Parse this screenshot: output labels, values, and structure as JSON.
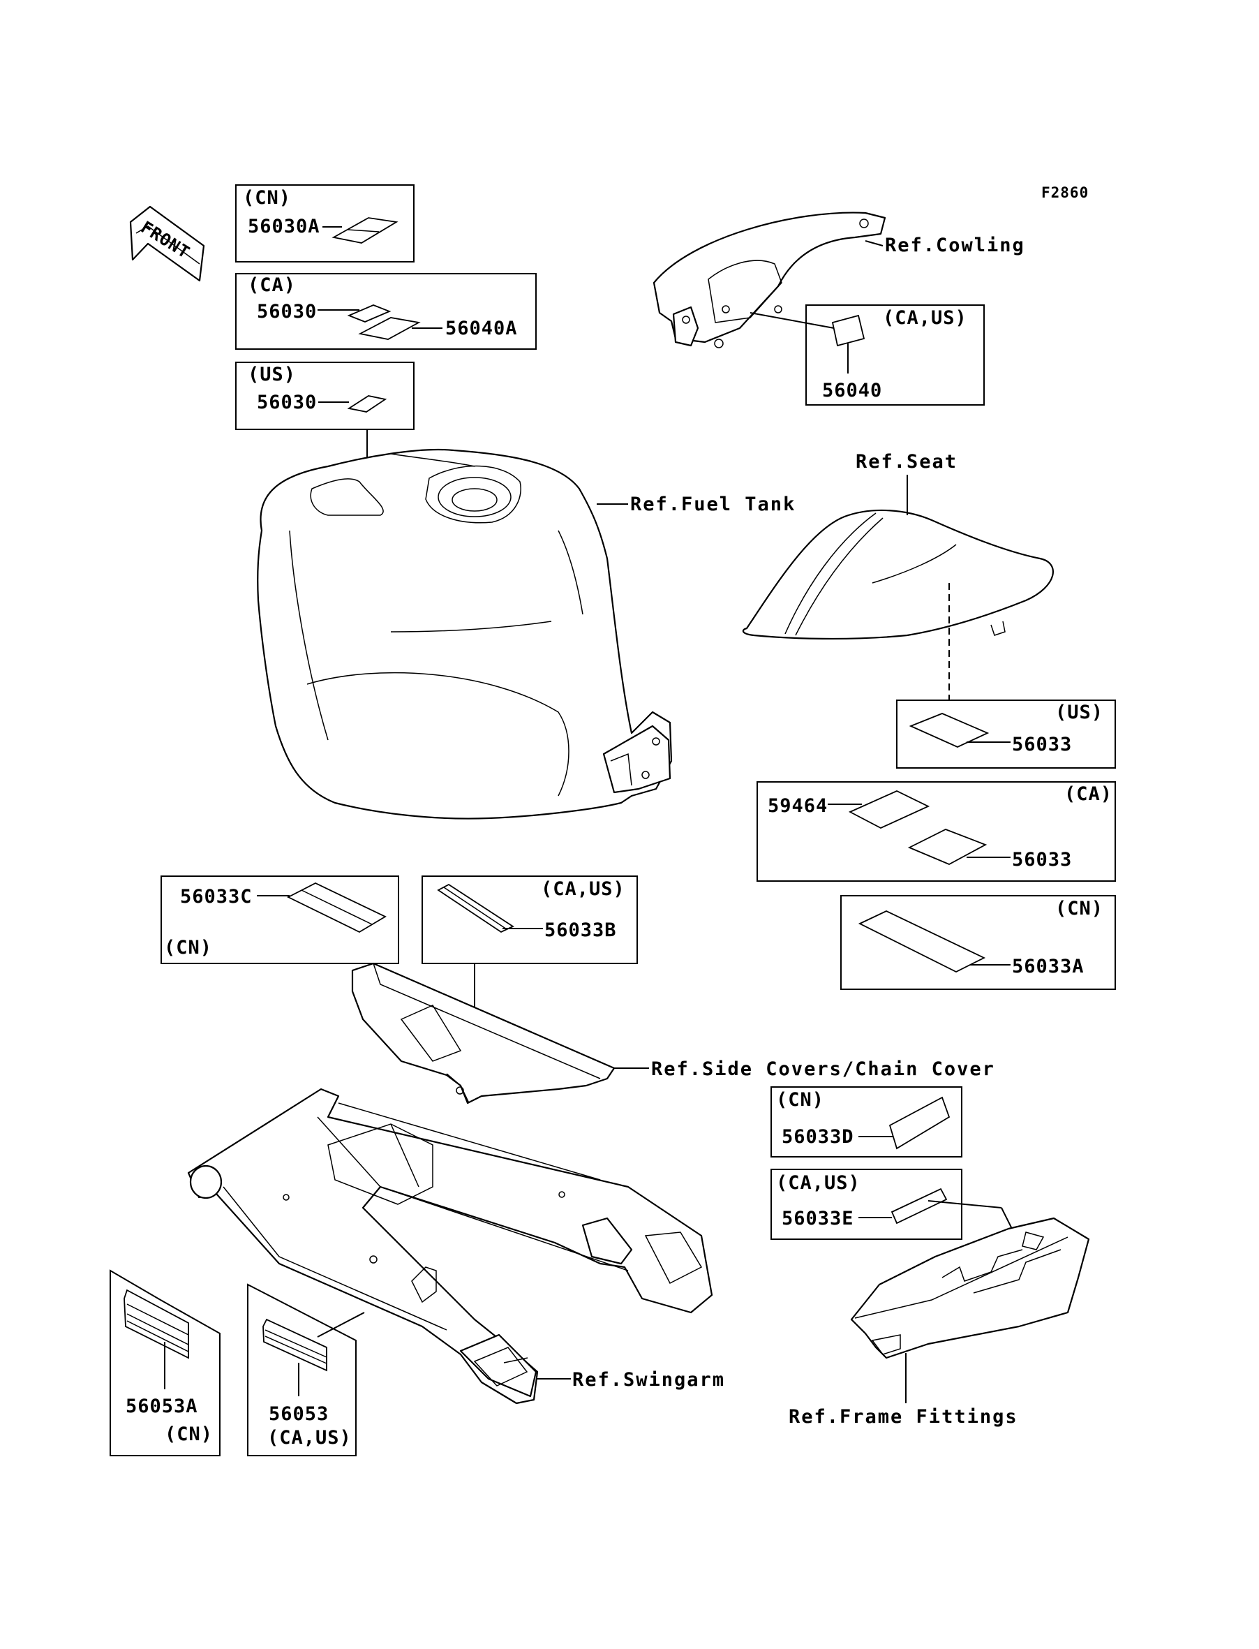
{
  "figure_id": "F2860",
  "front_label": "FRONT",
  "refs": {
    "cowling": "Ref.Cowling",
    "seat": "Ref.Seat",
    "fuel_tank": "Ref.Fuel Tank",
    "side_covers": "Ref.Side Covers/Chain Cover",
    "swingarm": "Ref.Swingarm",
    "frame_fittings": "Ref.Frame Fittings"
  },
  "boxes": {
    "cn_56030a": {
      "region": "(CN)",
      "part": "56030A"
    },
    "ca_56030": {
      "region": "(CA)",
      "part1": "56030",
      "part2": "56040A"
    },
    "us_56030": {
      "region": "(US)",
      "part": "56030"
    },
    "caus_56040": {
      "region": "(CA,US)",
      "part": "56040"
    },
    "us_56033": {
      "region": "(US)",
      "part": "56033"
    },
    "ca_59464": {
      "region": "(CA)",
      "part1": "59464",
      "part2": "56033"
    },
    "cn_56033a": {
      "region": "(CN)",
      "part": "56033A"
    },
    "cn_56033c": {
      "region": "(CN)",
      "part": "56033C"
    },
    "caus_56033b": {
      "region": "(CA,US)",
      "part": "56033B"
    },
    "cn_56033d": {
      "region": "(CN)",
      "part": "56033D"
    },
    "caus_56033e": {
      "region": "(CA,US)",
      "part": "56033E"
    },
    "cn_56053a": {
      "region": "(CN)",
      "part": "56053A"
    },
    "caus_56053": {
      "region": "(CA,US)",
      "part": "56053"
    }
  }
}
